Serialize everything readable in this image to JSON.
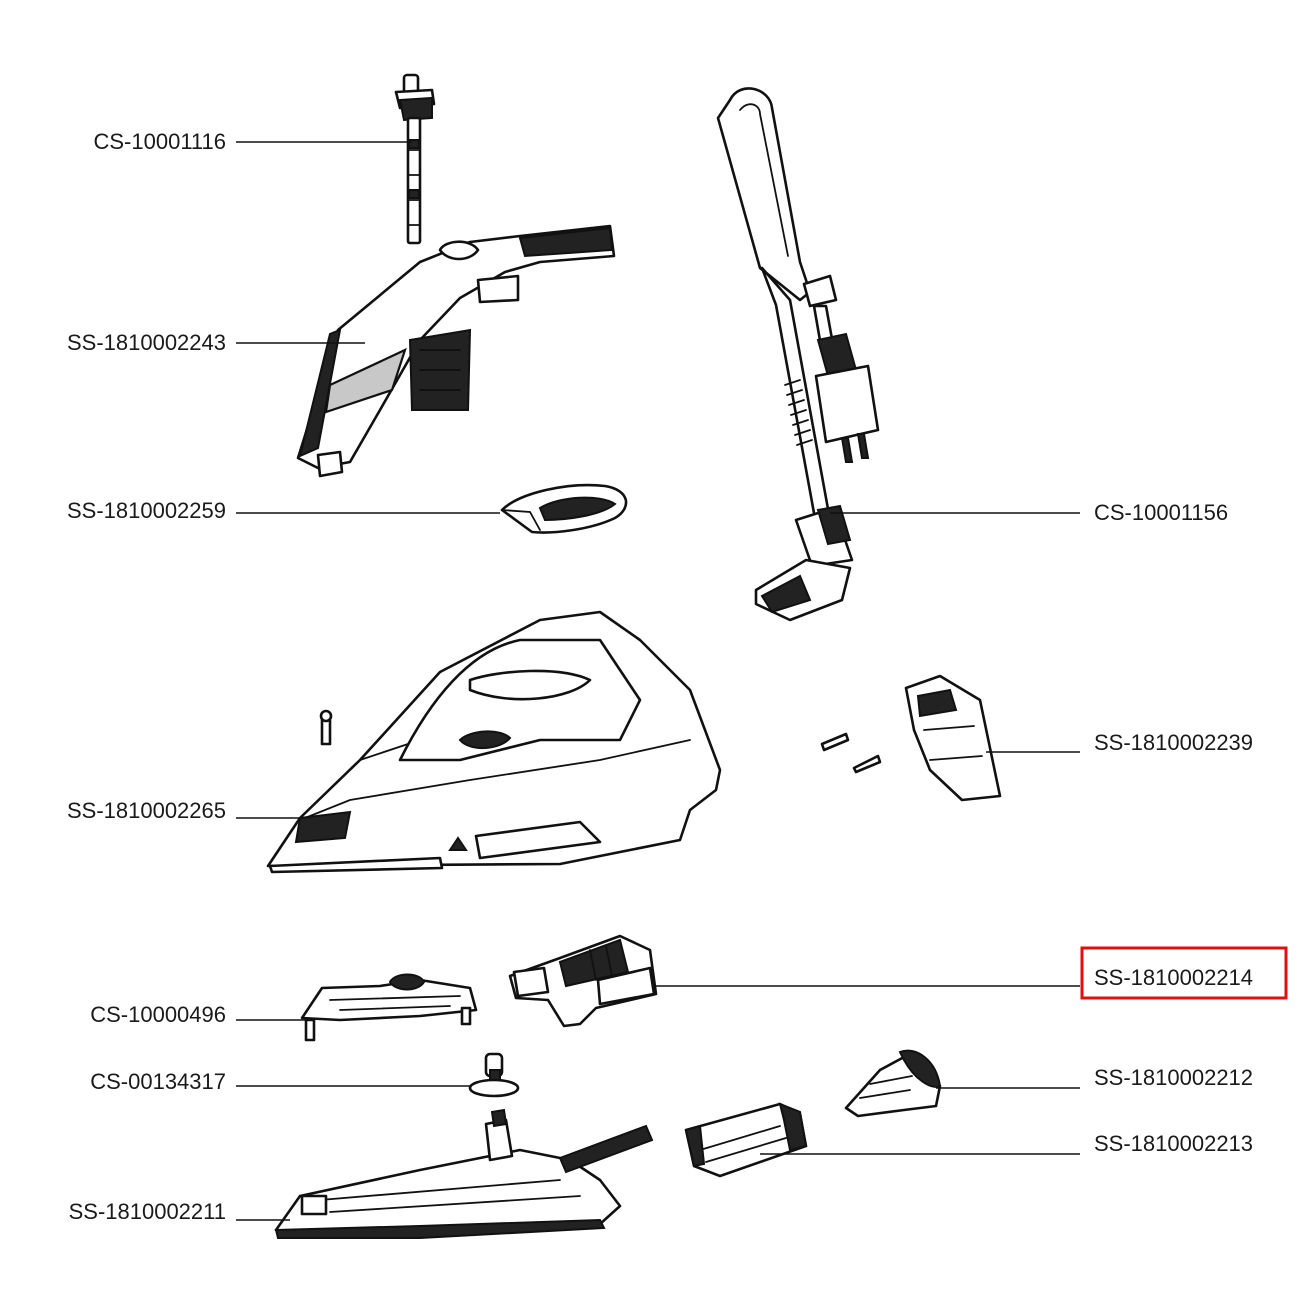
{
  "diagram": {
    "highlight_color": "#e01010",
    "highlighted_part": "SS-1810002214",
    "parts": [
      {
        "id": "cs-10001116",
        "label": "CS-10001116",
        "side": "left"
      },
      {
        "id": "ss-1810002243",
        "label": "SS-1810002243",
        "side": "left"
      },
      {
        "id": "ss-1810002259",
        "label": "SS-1810002259",
        "side": "left"
      },
      {
        "id": "ss-1810002265",
        "label": "SS-1810002265",
        "side": "left"
      },
      {
        "id": "cs-10000496",
        "label": "CS-10000496",
        "side": "left"
      },
      {
        "id": "cs-00134317",
        "label": "CS-00134317",
        "side": "left"
      },
      {
        "id": "ss-1810002211",
        "label": "SS-1810002211",
        "side": "left"
      },
      {
        "id": "cs-10001156",
        "label": "CS-10001156",
        "side": "right"
      },
      {
        "id": "ss-1810002239",
        "label": "SS-1810002239",
        "side": "right"
      },
      {
        "id": "ss-1810002214",
        "label": "SS-1810002214",
        "side": "right"
      },
      {
        "id": "ss-1810002212",
        "label": "SS-1810002212",
        "side": "right"
      },
      {
        "id": "ss-1810002213",
        "label": "SS-1810002213",
        "side": "right"
      }
    ]
  }
}
